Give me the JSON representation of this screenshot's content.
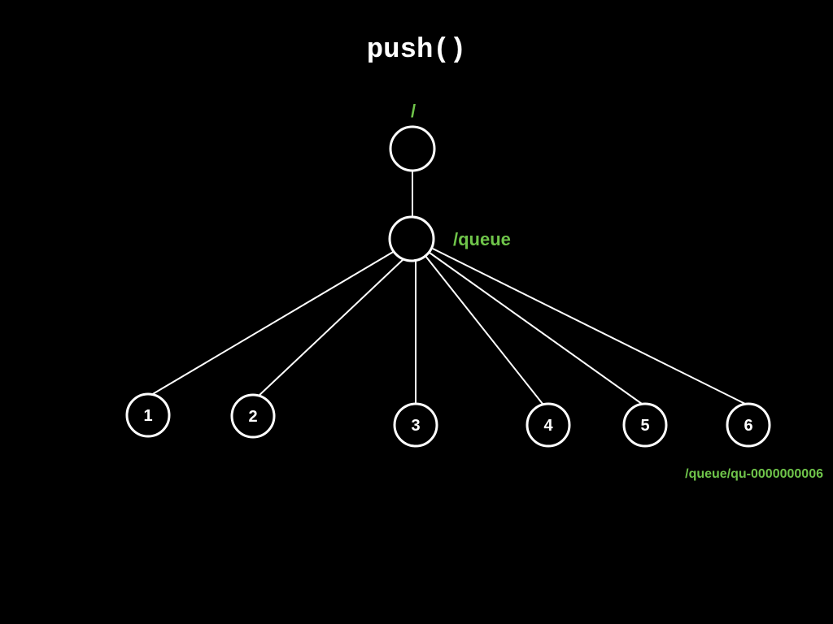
{
  "colors": {
    "background": "#000000",
    "foreground": "#ffffff",
    "accent": "#6fc44a"
  },
  "diagram": {
    "title": "push()",
    "root": {
      "path_label": "/"
    },
    "queue": {
      "path_label": "/queue"
    },
    "children": [
      {
        "label": "1"
      },
      {
        "label": "2"
      },
      {
        "label": "3"
      },
      {
        "label": "4"
      },
      {
        "label": "5"
      },
      {
        "label": "6"
      }
    ],
    "new_node_path_label": "/queue/qu-0000000006"
  }
}
